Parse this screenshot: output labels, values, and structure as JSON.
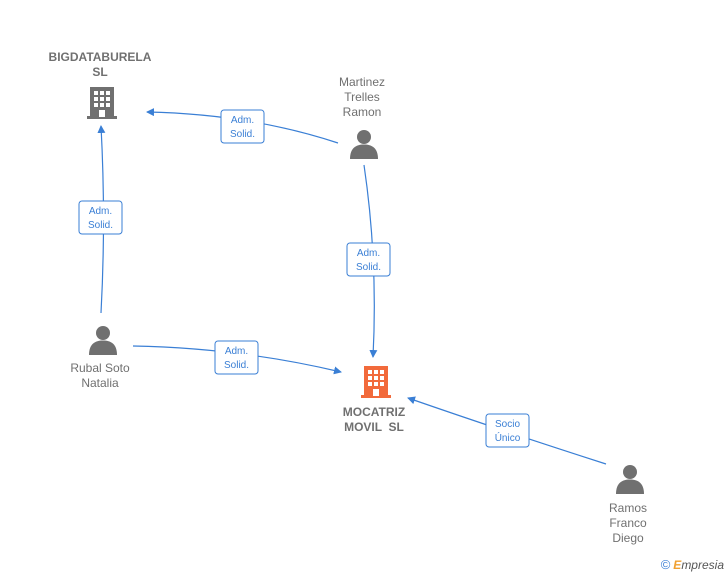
{
  "colors": {
    "edge": "#3a7fd5",
    "person": "#707070",
    "company": "#707070",
    "company_highlight": "#f26a3b",
    "text": "#707070"
  },
  "nodes": {
    "bigdataburela": {
      "type": "company",
      "icon": "building-icon",
      "lines": [
        "BIGDATABURELA",
        "SL"
      ]
    },
    "martinez": {
      "type": "person",
      "icon": "person-icon",
      "lines": [
        "Martinez",
        "Trelles",
        "Ramon"
      ]
    },
    "rubal": {
      "type": "person",
      "icon": "person-icon",
      "lines": [
        "Rubal Soto",
        "Natalia"
      ]
    },
    "mocatriz": {
      "type": "company",
      "icon": "building-icon",
      "highlight": true,
      "lines": [
        "MOCATRIZ",
        "MOVIL  SL"
      ]
    },
    "ramos": {
      "type": "person",
      "icon": "person-icon",
      "lines": [
        "Ramos",
        "Franco",
        "Diego"
      ]
    }
  },
  "edges": [
    {
      "from": "martinez",
      "to": "bigdataburela",
      "lines": [
        "Adm.",
        "Solid."
      ]
    },
    {
      "from": "rubal",
      "to": "bigdataburela",
      "lines": [
        "Adm.",
        "Solid."
      ]
    },
    {
      "from": "martinez",
      "to": "mocatriz",
      "lines": [
        "Adm.",
        "Solid."
      ]
    },
    {
      "from": "rubal",
      "to": "mocatriz",
      "lines": [
        "Adm.",
        "Solid."
      ]
    },
    {
      "from": "ramos",
      "to": "mocatriz",
      "lines": [
        "Socio",
        "Único"
      ]
    }
  ],
  "footer": {
    "copyright_symbol": "©",
    "brand_initial": "E",
    "brand_rest": "mpresia"
  }
}
